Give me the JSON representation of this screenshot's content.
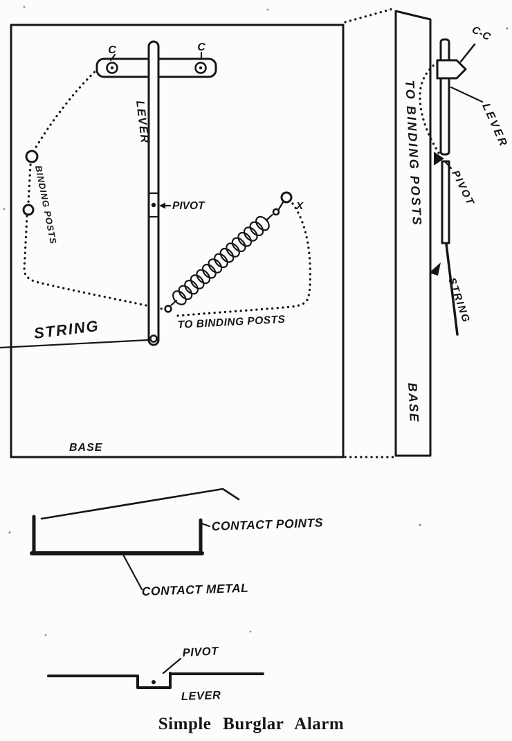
{
  "page": {
    "caption": "Simple Burglar Alarm"
  },
  "front_view": {
    "contact_c_left": "C",
    "contact_c_right": "C",
    "lever_label": "LEVER",
    "pivot_label": "PIVOT",
    "binding_posts_label": "BINDING POSTS",
    "string_label": "STRING",
    "to_binding_posts_label": "TO BINDING POSTS",
    "x_label": "X",
    "base_label": "BASE"
  },
  "side_view": {
    "to_binding_posts_label": "TO BINDING POSTS",
    "base_label": "BASE",
    "cc_label": "C-C",
    "lever_label": "LEVER",
    "pivot_label": "PIVOT",
    "string_label": "STRING"
  },
  "contact_detail": {
    "contact_points_label": "CONTACT POINTS",
    "contact_metal_label": "CONTACT METAL"
  },
  "pivot_detail": {
    "pivot_label": "PIVOT",
    "lever_label": "LEVER"
  },
  "colors": {
    "ink": "#161616",
    "paper": "#fcfcfa"
  }
}
